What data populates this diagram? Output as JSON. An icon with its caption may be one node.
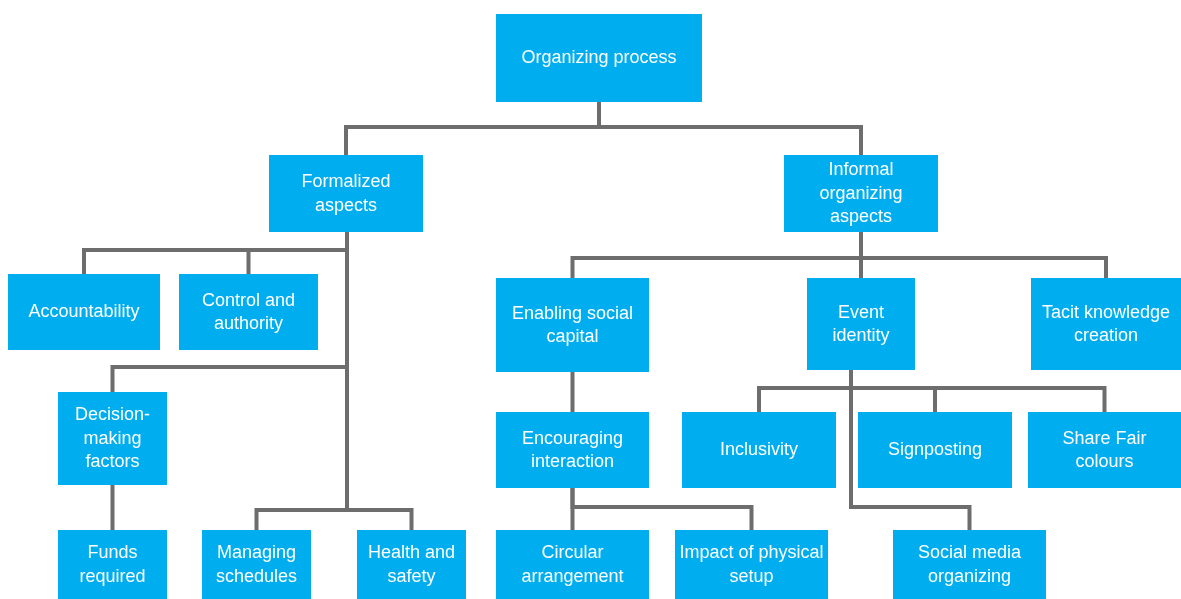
{
  "diagram": {
    "nodes": [
      {
        "text": [
          "Organizing process"
        ]
      },
      {
        "text": [
          "Formalized aspects"
        ]
      },
      {
        "text": [
          "Informal organizing aspects"
        ]
      },
      {
        "text": [
          "Accountability"
        ]
      },
      {
        "text": [
          "Control and authority"
        ]
      },
      {
        "text": [
          "Decision-making factors"
        ]
      },
      {
        "text": [
          "Funds required"
        ]
      },
      {
        "text": [
          "Managing schedules"
        ]
      },
      {
        "text": [
          "Health and safety"
        ]
      },
      {
        "text": [
          "Enabling social capital"
        ]
      },
      {
        "text": [
          "Encouraging interaction"
        ]
      },
      {
        "text": [
          "Circular arrangement"
        ]
      },
      {
        "text": [
          "Impact of physical setup"
        ]
      },
      {
        "text": [
          "Event identity"
        ]
      },
      {
        "text": [
          "Tacit knowledge creation"
        ]
      },
      {
        "text": [
          "Inclusivity"
        ]
      },
      {
        "text": [
          "Signposting"
        ]
      },
      {
        "text": [
          "Share Fair colours"
        ]
      },
      {
        "text": [
          "Social media organizing"
        ]
      }
    ],
    "edges": [
      {
        "from": 0,
        "to": 1,
        "arrow": "none"
      },
      {
        "from": 0,
        "to": 2,
        "arrow": "none"
      },
      {
        "from": 1,
        "to": 3,
        "arrow": "none"
      },
      {
        "from": 1,
        "to": 4,
        "arrow": "none"
      },
      {
        "from": 1,
        "to": 5,
        "arrow": "none"
      },
      {
        "from": 5,
        "to": 6,
        "arrow": "none"
      },
      {
        "from": 1,
        "to": 7,
        "arrow": "none"
      },
      {
        "from": 1,
        "to": 8,
        "arrow": "none"
      },
      {
        "from": 2,
        "to": 9,
        "arrow": "none"
      },
      {
        "from": 2,
        "to": 13,
        "arrow": "none"
      },
      {
        "from": 2,
        "to": 14,
        "arrow": "none"
      },
      {
        "from": 9,
        "to": 10,
        "arrow": "none"
      },
      {
        "from": 10,
        "to": 11,
        "arrow": "none"
      },
      {
        "from": 10,
        "to": 12,
        "arrow": "none"
      },
      {
        "from": 13,
        "to": 15,
        "arrow": "none"
      },
      {
        "from": 13,
        "to": 16,
        "arrow": "none"
      },
      {
        "from": 13,
        "to": 17,
        "arrow": "none"
      },
      {
        "from": 13,
        "to": 18,
        "arrow": "none"
      }
    ]
  }
}
